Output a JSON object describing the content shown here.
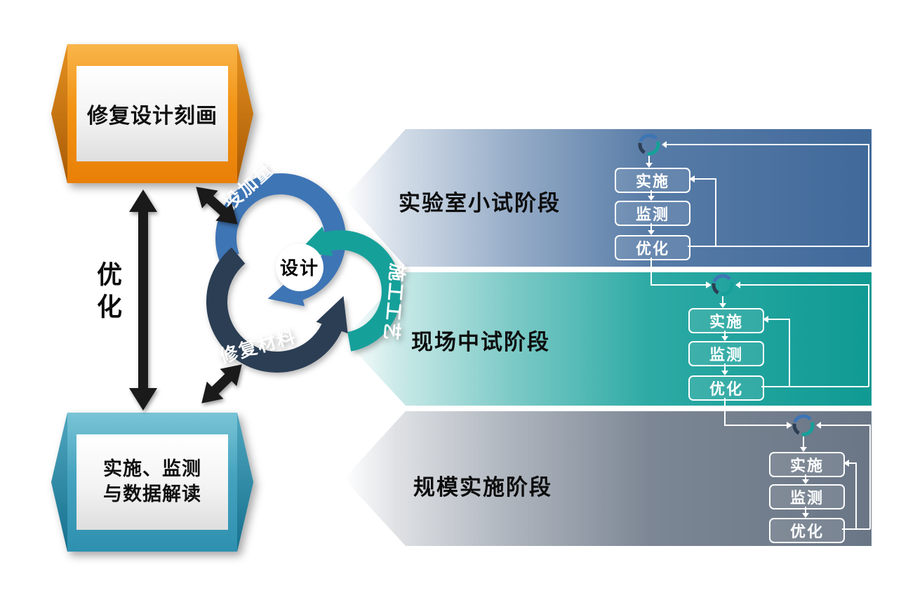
{
  "banners": {
    "top": {
      "label": "修复设计刻画"
    },
    "bottom": {
      "lines": [
        "实施、监测",
        "与数据解读"
      ]
    }
  },
  "left_arrow_label": "优化",
  "cycle": {
    "center_label": "设计",
    "arcs": [
      {
        "label": "投加量",
        "color": "#3E75B5"
      },
      {
        "label": "施工工艺",
        "color": "#16A09A"
      },
      {
        "label": "修复材料",
        "color": "#2B3E54"
      }
    ]
  },
  "stages": [
    {
      "label": "实验室小试阶段",
      "color": "#40699A",
      "steps": [
        "实施",
        "监测",
        "优化"
      ]
    },
    {
      "label": "现场中试阶段",
      "color": "#0F9A93",
      "steps": [
        "实施",
        "监测",
        "优化"
      ]
    },
    {
      "label": "规模实施阶段",
      "color": "#6A7686",
      "steps": [
        "实施",
        "监测",
        "优化"
      ]
    }
  ]
}
